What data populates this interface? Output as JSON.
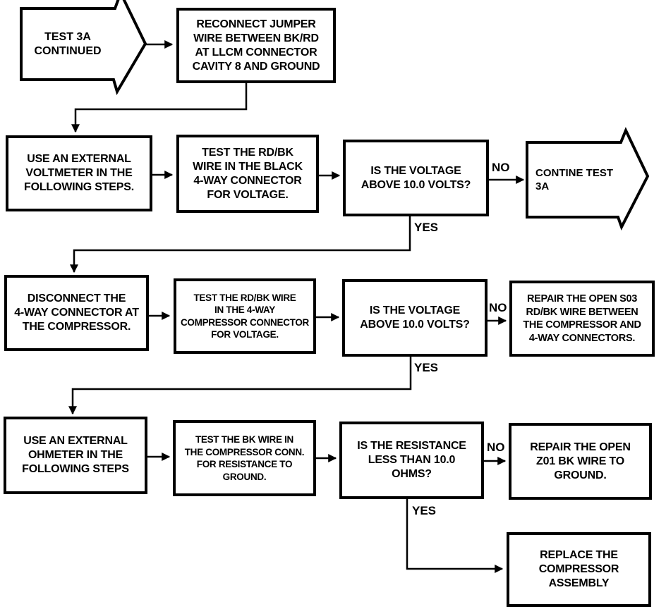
{
  "diagram": {
    "type": "flowchart",
    "subject": "TEST 3A compressor circuit diagnostic continuation",
    "background_color": "#ffffff",
    "ink_color": "#000000"
  },
  "nodes": {
    "test3a_in": {
      "type": "off-page-arrow-in",
      "label": "TEST 3A\nCONTINUED"
    },
    "reconnect": {
      "type": "process",
      "label": "RECONNECT JUMPER\nWIRE BETWEEN BK/RD\nAT LLCM CONNECTOR\nCAVITY 8 AND GROUND"
    },
    "voltmeter": {
      "type": "process",
      "label": "USE AN EXTERNAL\nVOLTMETER IN THE\nFOLLOWING STEPS."
    },
    "test_rdbk_black": {
      "type": "process",
      "label": "TEST THE RD/BK\nWIRE IN THE BLACK\n4-WAY CONNECTOR\nFOR VOLTAGE."
    },
    "voltage_q1": {
      "type": "decision",
      "label": "IS THE VOLTAGE\nABOVE 10.0 VOLTS?"
    },
    "contine_out": {
      "type": "off-page-arrow-out",
      "label": "CONTINE TEST\n3A"
    },
    "disconnect": {
      "type": "process",
      "label": "DISCONNECT THE\n4-WAY CONNECTOR AT\nTHE COMPRESSOR."
    },
    "test_rdbk_4way": {
      "type": "process",
      "label": "TEST THE RD/BK WIRE\nIN THE 4-WAY\nCOMPRESSOR CONNECTOR\nFOR VOLTAGE."
    },
    "voltage_q2": {
      "type": "decision",
      "label": "IS THE VOLTAGE\nABOVE 10.0 VOLTS?"
    },
    "repair_s03": {
      "type": "action",
      "label": "REPAIR THE OPEN S03\nRD/BK WIRE BETWEEN\nTHE COMPRESSOR AND\n4-WAY CONNECTORS."
    },
    "ohmeter": {
      "type": "process",
      "label": "USE AN EXTERNAL\nOHMETER IN THE\nFOLLOWING STEPS"
    },
    "test_bk": {
      "type": "process",
      "label": "TEST THE BK WIRE IN\nTHE COMPRESSOR CONN.\nFOR RESISTANCE TO\nGROUND."
    },
    "resistance_q": {
      "type": "decision",
      "label": "IS THE RESISTANCE\nLESS THAN 10.0\nOHMS?"
    },
    "repair_z01": {
      "type": "action",
      "label": "REPAIR THE OPEN\nZ01 BK WIRE TO\nGROUND."
    },
    "replace": {
      "type": "action",
      "label": "REPLACE THE\nCOMPRESSOR\nASSEMBLY"
    }
  },
  "edges": {
    "q1_no": "NO",
    "q1_yes": "YES",
    "q2_no": "NO",
    "q2_yes": "YES",
    "q3_no": "NO",
    "q3_yes": "YES"
  }
}
